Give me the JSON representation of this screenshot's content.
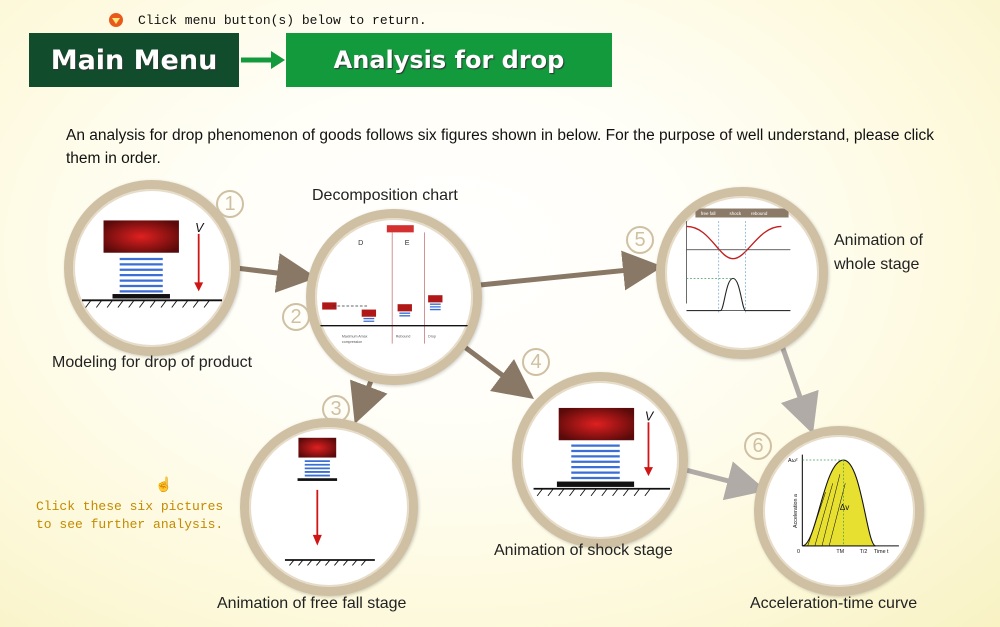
{
  "top_hint": {
    "text": "Click menu button(s) below to return.",
    "icon": "down-arrow-icon"
  },
  "nav": {
    "main_menu": "Main Menu",
    "current": "Analysis for drop"
  },
  "intro": "An analysis for drop phenomenon of goods follows six figures shown in below. For the purpose of well understand, please click them in order.",
  "figures": [
    {
      "number": "1",
      "label": "Modeling for drop of product"
    },
    {
      "number": "2",
      "label": "Decomposition chart"
    },
    {
      "number": "3",
      "label": "Animation of free fall stage"
    },
    {
      "number": "4",
      "label": "Animation of shock stage"
    },
    {
      "number": "5",
      "label": "Animation of whole stage"
    },
    {
      "number": "6",
      "label": "Acceleration-time curve"
    }
  ],
  "side_hint": {
    "line1": "Click these six pictures",
    "line2": "to see further analysis."
  },
  "thumb_text": {
    "v": "V",
    "decomp_d": "D",
    "decomp_e": "E",
    "whole_tabs": [
      "free fall",
      "shock",
      "rebound"
    ],
    "curve_dv": "Δv",
    "curve_yaxis": "Acceleration a",
    "curve_peak": "Aω²",
    "curve_tm": "TM",
    "curve_t2": "T/2",
    "curve_time": "Time t",
    "curve_zero": "0"
  },
  "colors": {
    "main_menu_bg": "#114d2c",
    "current_bg": "#129a3d",
    "ring": "#cfc0a4",
    "hint_text": "#c48a00"
  }
}
